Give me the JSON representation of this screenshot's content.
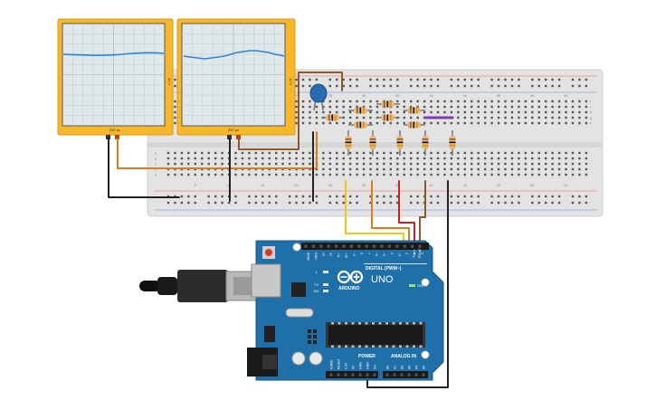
{
  "oscilloscopes": [
    {
      "id": "scope-1",
      "time_label": "200 µs",
      "volt_label": "10 V"
    },
    {
      "id": "scope-2",
      "time_label": "200 µs",
      "volt_label": "10 V"
    }
  ],
  "breadboard": {
    "column_numbers": [
      "5",
      "10",
      "15",
      "20",
      "25",
      "30",
      "35",
      "40",
      "45",
      "50",
      "55",
      "60"
    ],
    "row_letters_top": [
      "j",
      "i",
      "h",
      "g",
      "f"
    ],
    "row_letters_bottom": [
      "e",
      "d",
      "c",
      "b",
      "a"
    ]
  },
  "arduino": {
    "brand": "ARDUINO",
    "model": "UNO",
    "digital_header": "DIGITAL (PWM~)",
    "power_header": "POWER",
    "analog_header": "ANALOG IN",
    "on_label": "ON",
    "l_label": "L",
    "tx_label": "TX",
    "rx_label": "RX",
    "tx_arrow_label": "TX▸1",
    "rx_arrow_label": "RX◂0",
    "digital_pins": [
      "AREF",
      "GND",
      "13",
      "12",
      "~11",
      "~10",
      "~9",
      "8",
      "7",
      "~6",
      "~5",
      "4",
      "~3",
      "2",
      "1",
      "0"
    ],
    "power_pins": [
      "IOREF",
      "RESET",
      "3.3V",
      "5V",
      "GND",
      "GND",
      "Vin"
    ],
    "analog_pins": [
      "A0",
      "A1",
      "A2",
      "A3",
      "A4",
      "A5"
    ]
  },
  "colors": {
    "scope_frame": "#f6b72a",
    "scope_screen": "#dfe8ea",
    "trace": "#2a86d6",
    "board_blue": "#1f6fa8",
    "breadboard": "#e3e3e3",
    "wire_yellow": "#f0c419",
    "wire_orange": "#e07b1a",
    "wire_red": "#d0201c",
    "wire_brown": "#8a5a2b",
    "wire_black": "#222222",
    "wire_purple": "#7a3fb0",
    "capacitor": "#2a6bb0"
  }
}
